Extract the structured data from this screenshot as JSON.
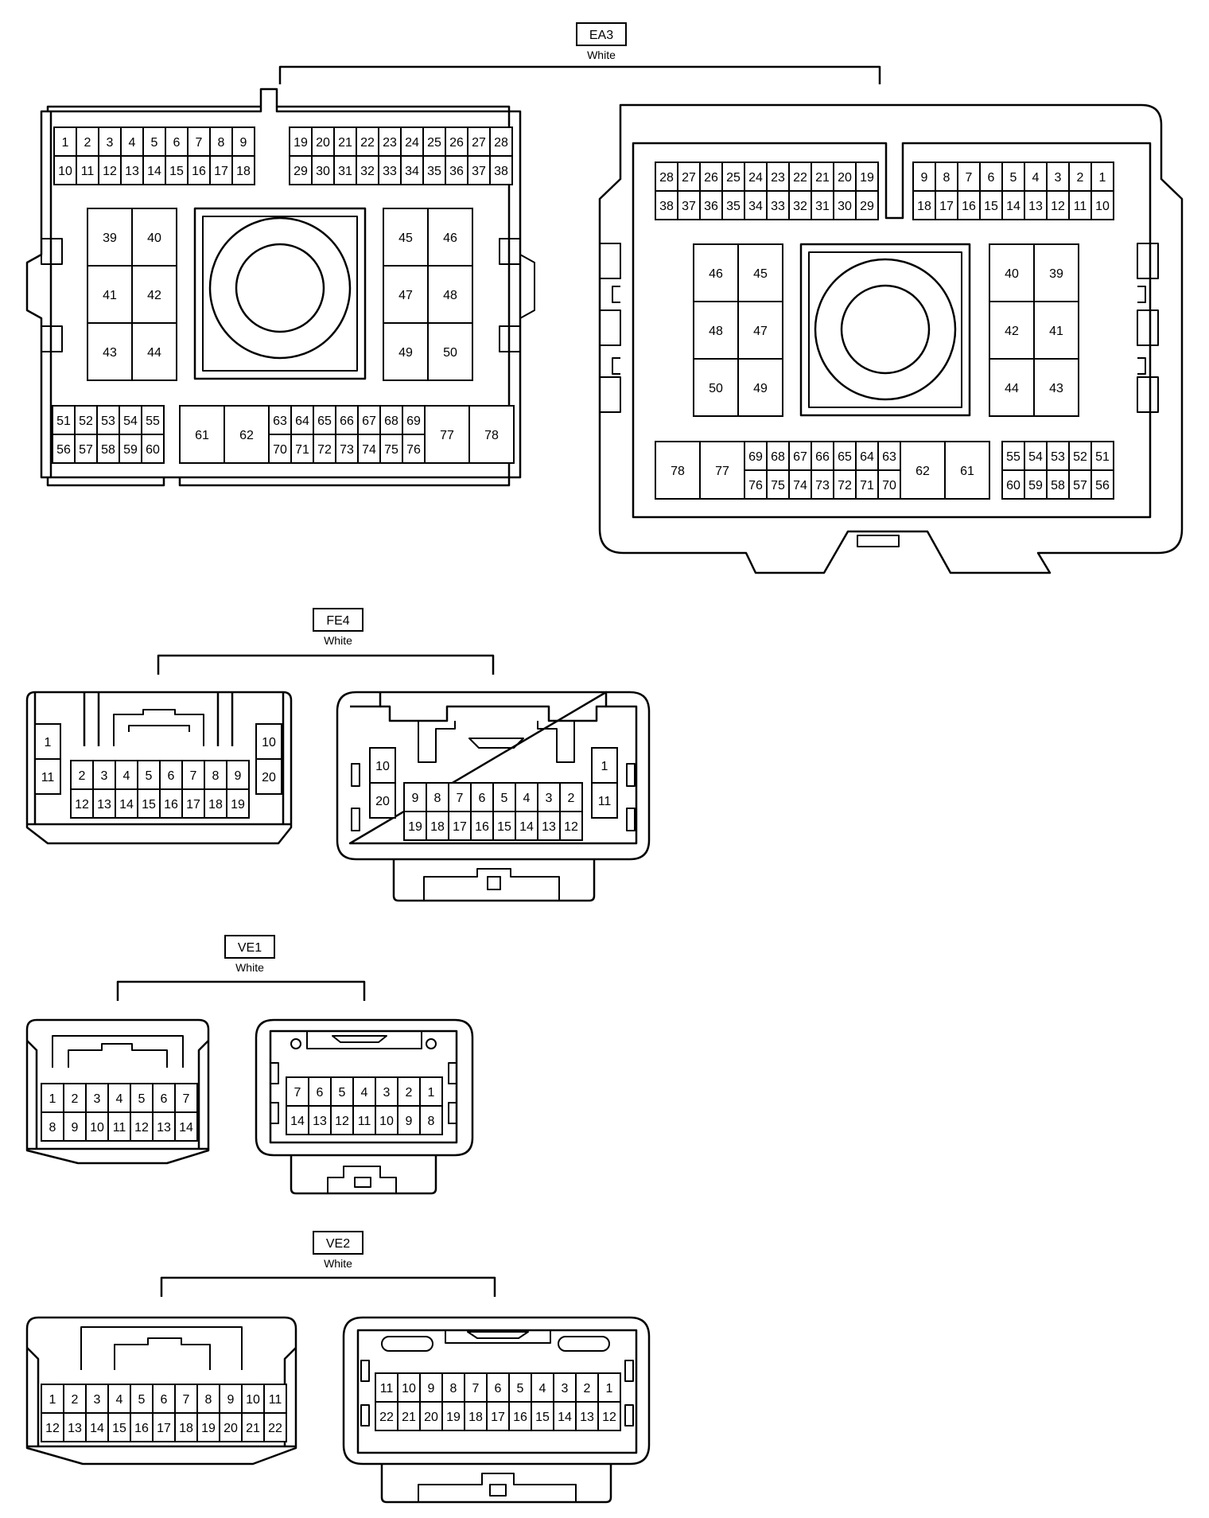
{
  "connectors": [
    {
      "id": "EA3",
      "label": "EA3",
      "color": "White",
      "left_face": [
        [
          "1",
          "2",
          "3",
          "4",
          "5",
          "6",
          "7",
          "8",
          "9"
        ],
        [
          "10",
          "11",
          "12",
          "13",
          "14",
          "15",
          "16",
          "17",
          "18"
        ],
        [
          "19",
          "20",
          "21",
          "22",
          "23",
          "24",
          "25",
          "26",
          "27",
          "28"
        ],
        [
          "29",
          "30",
          "31",
          "32",
          "33",
          "34",
          "35",
          "36",
          "37",
          "38"
        ],
        [
          "39",
          "40",
          "41",
          "42",
          "43",
          "44"
        ],
        [
          "45",
          "46",
          "47",
          "48",
          "49",
          "50"
        ],
        [
          "51",
          "52",
          "53",
          "54",
          "55"
        ],
        [
          "56",
          "57",
          "58",
          "59",
          "60"
        ],
        [
          "61",
          "62",
          "63",
          "64",
          "65",
          "66",
          "67",
          "68",
          "69",
          "70",
          "71",
          "72",
          "73",
          "74",
          "75",
          "76",
          "77",
          "78"
        ]
      ],
      "right_face": [
        [
          "28",
          "27",
          "26",
          "25",
          "24",
          "23",
          "22",
          "21",
          "20",
          "19"
        ],
        [
          "38",
          "37",
          "36",
          "35",
          "34",
          "33",
          "32",
          "31",
          "30",
          "29"
        ],
        [
          "9",
          "8",
          "7",
          "6",
          "5",
          "4",
          "3",
          "2",
          "1"
        ],
        [
          "18",
          "17",
          "16",
          "15",
          "14",
          "13",
          "12",
          "11",
          "10"
        ],
        [
          "46",
          "45",
          "48",
          "47",
          "50",
          "49"
        ],
        [
          "40",
          "39",
          "42",
          "41",
          "44",
          "43"
        ],
        [
          "78",
          "77",
          "69",
          "68",
          "67",
          "66",
          "65",
          "64",
          "63",
          "76",
          "75",
          "74",
          "73",
          "72",
          "71",
          "70",
          "62",
          "61"
        ],
        [
          "55",
          "54",
          "53",
          "52",
          "51"
        ],
        [
          "60",
          "59",
          "58",
          "57",
          "56"
        ]
      ]
    },
    {
      "id": "FE4",
      "label": "FE4",
      "color": "White",
      "left_face": [
        [
          "1",
          "11"
        ],
        [
          "2",
          "3",
          "4",
          "5",
          "6",
          "7",
          "8",
          "9"
        ],
        [
          "12",
          "13",
          "14",
          "15",
          "16",
          "17",
          "18",
          "19"
        ],
        [
          "10",
          "20"
        ]
      ],
      "right_face": [
        [
          "10",
          "20"
        ],
        [
          "9",
          "8",
          "7",
          "6",
          "5",
          "4",
          "3",
          "2"
        ],
        [
          "19",
          "18",
          "17",
          "16",
          "15",
          "14",
          "13",
          "12"
        ],
        [
          "1",
          "11"
        ]
      ]
    },
    {
      "id": "VE1",
      "label": "VE1",
      "color": "White",
      "left_face": [
        [
          "1",
          "2",
          "3",
          "4",
          "5",
          "6",
          "7"
        ],
        [
          "8",
          "9",
          "10",
          "11",
          "12",
          "13",
          "14"
        ]
      ],
      "right_face": [
        [
          "7",
          "6",
          "5",
          "4",
          "3",
          "2",
          "1"
        ],
        [
          "14",
          "13",
          "12",
          "11",
          "10",
          "9",
          "8"
        ]
      ]
    },
    {
      "id": "VE2",
      "label": "VE2",
      "color": "White",
      "left_face": [
        [
          "1",
          "2",
          "3",
          "4",
          "5",
          "6",
          "7",
          "8",
          "9",
          "10",
          "11"
        ],
        [
          "12",
          "13",
          "14",
          "15",
          "16",
          "17",
          "18",
          "19",
          "20",
          "21",
          "22"
        ]
      ],
      "right_face": [
        [
          "11",
          "10",
          "9",
          "8",
          "7",
          "6",
          "5",
          "4",
          "3",
          "2",
          "1"
        ],
        [
          "22",
          "21",
          "20",
          "19",
          "18",
          "17",
          "16",
          "15",
          "14",
          "13",
          "12"
        ]
      ]
    }
  ]
}
